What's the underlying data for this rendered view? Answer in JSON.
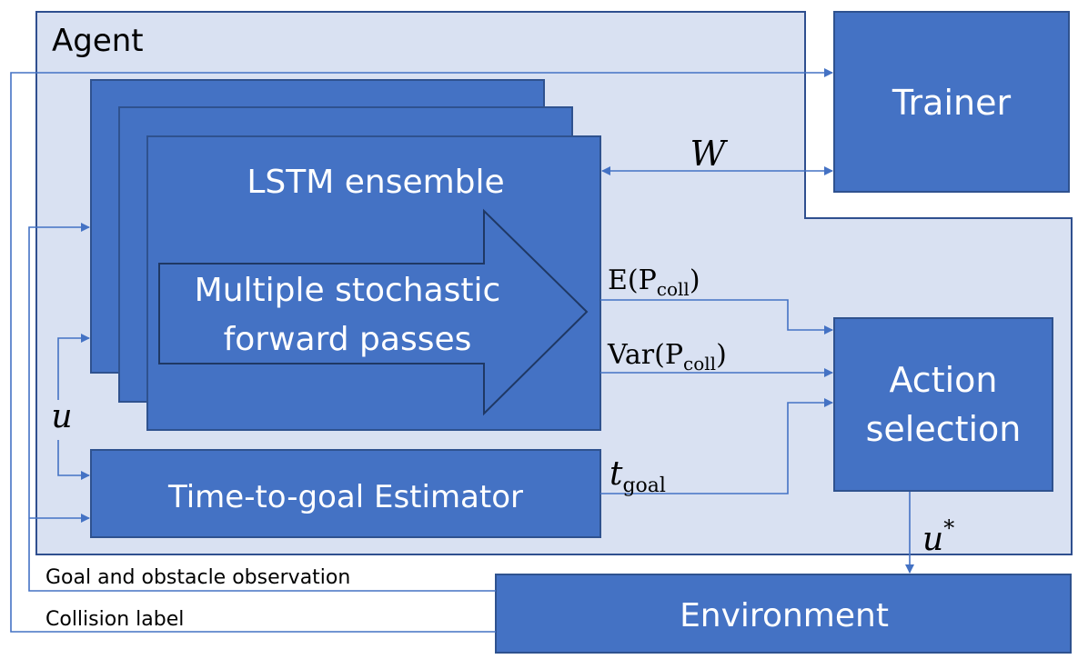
{
  "agent": {
    "label": "Agent"
  },
  "trainer": {
    "label": "Trainer"
  },
  "lstm": {
    "title": "LSTM ensemble",
    "arrow_line1": "Multiple stochastic",
    "arrow_line2": "forward passes"
  },
  "estimator": {
    "label": "Time-to-goal Estimator"
  },
  "action": {
    "line1": "Action",
    "line2": "selection"
  },
  "environment": {
    "label": "Environment"
  },
  "signals": {
    "weights": "W",
    "expectation": {
      "base": "E(P",
      "sub": "coll",
      "close": ")"
    },
    "variance": {
      "base": "Var(P",
      "sub": "coll",
      "close": ")"
    },
    "time_goal": {
      "base": "t",
      "sub": "goal"
    },
    "control": "u",
    "optimal_control": {
      "base": "u",
      "sup": "*"
    },
    "observation": "Goal and obstacle observation",
    "collision": "Collision label"
  },
  "colors": {
    "agent_fill": "#d9e1f2",
    "agent_stroke": "#2f4f8f",
    "box_fill": "#4472c4",
    "box_stroke": "#2f528f",
    "line": "#4472c4",
    "text_dark": "#000000",
    "text_light": "#ffffff"
  }
}
